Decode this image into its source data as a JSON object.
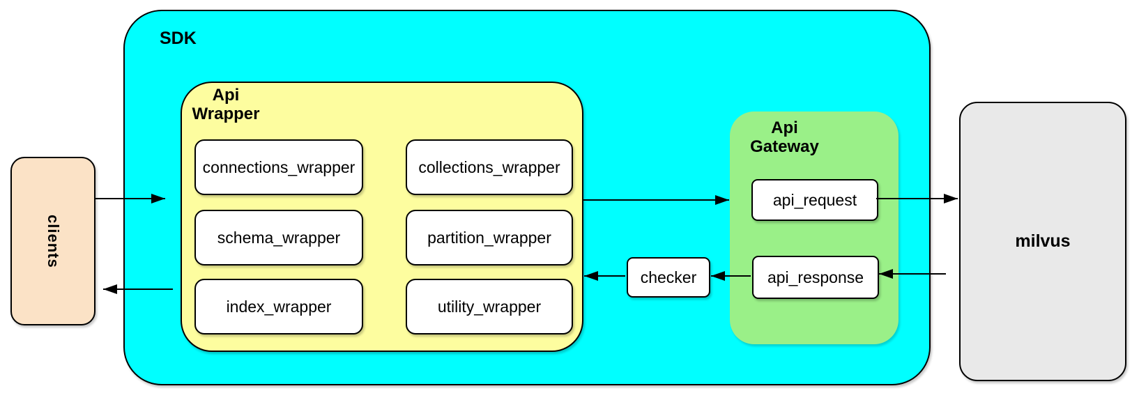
{
  "colors": {
    "canvas_bg": "#ffffff",
    "sdk_fill": "#00ffff",
    "wrapper_fill": "#fdfd9f",
    "gateway_fill": "#9af088",
    "clients_fill": "#fbe2c6",
    "milvus_fill": "#e9e9e9",
    "box_fill": "#ffffff",
    "stroke": "#000000"
  },
  "nodes": {
    "clients": {
      "label": "clients"
    },
    "sdk": {
      "label": "SDK"
    },
    "api_wrapper": {
      "label_line1": "Api",
      "label_line2": "Wrapper",
      "boxes": [
        {
          "label": "connections_wrapper"
        },
        {
          "label": "collections_wrapper"
        },
        {
          "label": "schema_wrapper"
        },
        {
          "label": "partition_wrapper"
        },
        {
          "label": "index_wrapper"
        },
        {
          "label": "utility_wrapper"
        }
      ]
    },
    "checker": {
      "label": "checker"
    },
    "api_gateway": {
      "label_line1": "Api",
      "label_line2": "Gateway",
      "boxes": [
        {
          "label": "api_request"
        },
        {
          "label": "api_response"
        }
      ]
    },
    "milvus": {
      "label": "milvus"
    }
  },
  "arrows": [
    {
      "from": "clients",
      "to": "sdk"
    },
    {
      "from": "api_wrapper",
      "to": "api_gateway"
    },
    {
      "from": "api_request",
      "to": "milvus"
    },
    {
      "from": "milvus",
      "to": "api_response"
    },
    {
      "from": "api_response",
      "to": "checker"
    },
    {
      "from": "checker",
      "to": "api_wrapper"
    },
    {
      "from": "api_wrapper",
      "to": "clients"
    }
  ]
}
